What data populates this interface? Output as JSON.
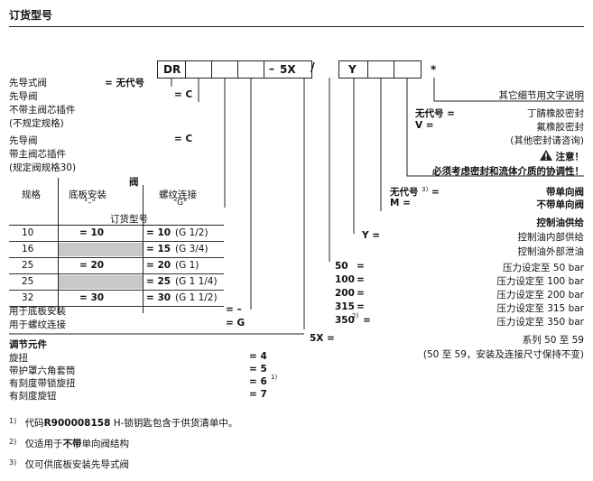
{
  "header": {
    "title": "订货型号"
  },
  "code": {
    "prefix": "DR",
    "dash": "–",
    "series": "5X",
    "slash": "/",
    "y": "Y",
    "star": "*"
  },
  "left": {
    "pilot": {
      "l1": "先导式阀",
      "val": "= 无代号"
    },
    "pilot_valve_1": {
      "l1": "先导阀",
      "l2": "不带主阀芯插件",
      "l3": "(不规定规格)",
      "val": "= C"
    },
    "pilot_valve_2": {
      "l1": "先导阀",
      "l2": "带主阀芯插件",
      "l3": "(规定阀规格30)",
      "val": "= C"
    },
    "table": {
      "valve_header": "阀",
      "col_size": "规格",
      "col_subplate": "底板安装",
      "col_subplate_code": "\"–\"",
      "col_thread": "螺纹连接",
      "col_thread_code": "\"G\"",
      "order_no": "订货型号",
      "rows": [
        {
          "size": "10",
          "sub": "= 10",
          "thr": "= 10",
          "port": "(G 1/2)"
        },
        {
          "size": "16",
          "sub": "",
          "thr": "= 15",
          "port": "(G 3/4)"
        },
        {
          "size": "25",
          "sub": "= 20",
          "thr": "= 20",
          "port": "(G 1)"
        },
        {
          "size": "25",
          "sub": "",
          "thr": "= 25",
          "port": "(G 1 1/4)"
        },
        {
          "size": "32",
          "sub": "= 30",
          "thr": "= 30",
          "port": "(G 1 1/2)"
        }
      ]
    },
    "subplate_mount": {
      "label": "用于底板安装",
      "val": "= –"
    },
    "thread_conn": {
      "label": "用于螺纹连接",
      "val": "= G"
    },
    "adjust": {
      "title": "调节元件",
      "items": [
        {
          "label": "旋扭",
          "val": "= 4",
          "sup": ""
        },
        {
          "label": "带护罩六角套筒",
          "val": "= 5",
          "sup": ""
        },
        {
          "label": "有刻度带锁旋扭",
          "val": "= 6",
          "sup": "1)"
        },
        {
          "label": "有刻度旋钮",
          "val": "= 7",
          "sup": ""
        }
      ]
    }
  },
  "right": {
    "other_details": "其它细节用文字说明",
    "seal_none_code": "无代号 =",
    "seal_none_text": "丁腈橡胶密封",
    "seal_v_code": "V =",
    "seal_v_text": "氟橡胶密封",
    "seal_other": "(其他密封请咨询)",
    "attention": "注意！",
    "attention_text": "必须考虑密封和流体介质的协调性！",
    "check_none_code": "无代号",
    "check_none_sup": "3)",
    "check_none_eq": "=",
    "check_none_text": "带单向阀",
    "check_m_code": "M =",
    "check_m_text": "不带单向阀",
    "pilot_oil_title": "控制油供给",
    "pilot_y_code": "Y =",
    "pilot_internal": "控制油内部供给",
    "pilot_external": "控制油外部泄油",
    "pressures": [
      {
        "code": "50",
        "sup": "",
        "text": "压力设定至 50 bar"
      },
      {
        "code": "100",
        "sup": "",
        "text": "压力设定至 100 bar"
      },
      {
        "code": "200",
        "sup": "",
        "text": "压力设定至 200 bar"
      },
      {
        "code": "315",
        "sup": "",
        "text": "压力设定至 315 bar"
      },
      {
        "code": "350",
        "sup": "2)",
        "text": "压力设定至 350 bar"
      }
    ],
    "series_code": "5X =",
    "series_text": "系列 50 至 59",
    "series_note": "(50 至 59，安装及连接尺寸保持不变)"
  },
  "footnotes": [
    {
      "num": "1)",
      "pre": "代码",
      "bold": "R900008158",
      "post": " H-锁钥匙包含于供货清单中。"
    },
    {
      "num": "2)",
      "pre": "仅适用于",
      "bold": "不带",
      "post": "单向阀结构"
    },
    {
      "num": "3)",
      "pre": "仅可供底板安装先导式阀",
      "bold": "",
      "post": ""
    }
  ]
}
